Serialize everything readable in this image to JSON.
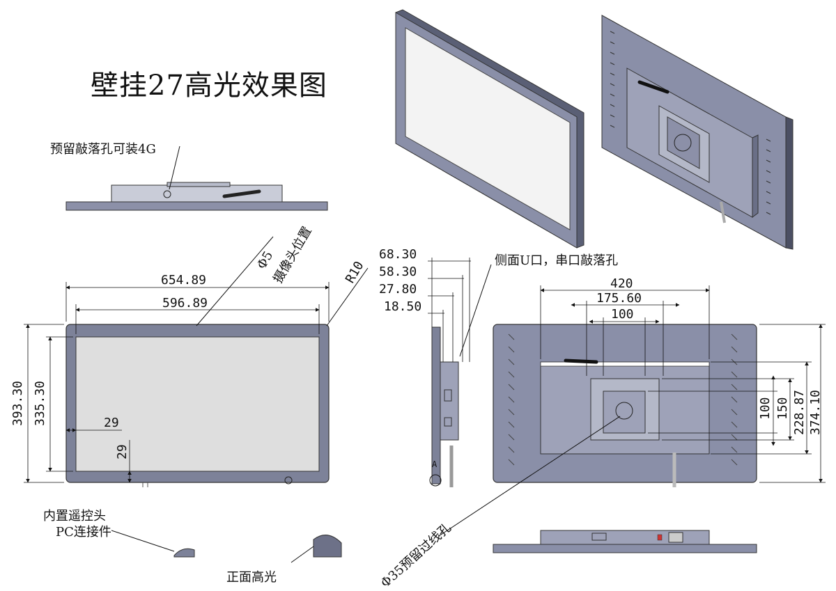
{
  "title": "壁挂27高光效果图",
  "notes": {
    "knockout_4g": "预留敲落孔可装4G",
    "camera_hole": "Φ5\n摄像头位置",
    "camera_line1": "Φ5",
    "camera_line2": "摄像头位置",
    "radius": "R10",
    "side_ports": "侧面U口，串口敲落孔",
    "ir_receiver": "内置遥控头",
    "pc_connector": "PC连接件",
    "front_gloss": "正面高光",
    "cable_hole": "Φ35预留过线孔"
  },
  "front_dims": {
    "outer_width": "654.89",
    "inner_width": "596.89",
    "outer_height": "393.30",
    "inner_height": "335.30",
    "margin_side": "29",
    "margin_bottom": "29"
  },
  "side_dims": {
    "d1": "68.30",
    "d2": "58.30",
    "d3": "27.80",
    "d4": "18.50",
    "marker": "A"
  },
  "back_dims": {
    "w_420": "420",
    "w_175": "175.60",
    "w_100": "100",
    "h_100": "100",
    "h_150": "150",
    "h_228": "228.87",
    "h_374": "374.10"
  },
  "colors": {
    "frame": "#7a7f99",
    "frame_dark": "#4b4f63",
    "screen": "#e2e2e2",
    "line": "#111111",
    "body": "#8a8fa8"
  }
}
